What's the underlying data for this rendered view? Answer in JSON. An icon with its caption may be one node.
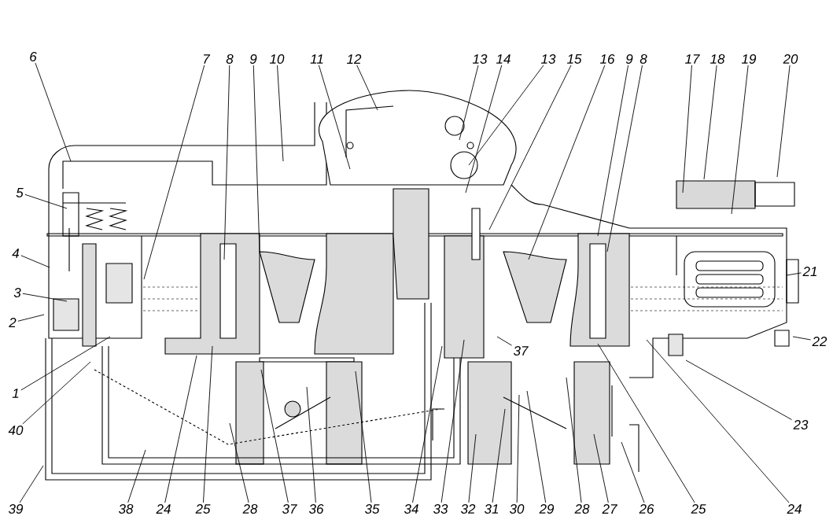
{
  "diagram": {
    "nodes": [
      {
        "text": [
          "6"
        ]
      },
      {
        "text": [
          "7"
        ]
      },
      {
        "text": [
          "8"
        ]
      },
      {
        "text": [
          "9"
        ]
      },
      {
        "text": [
          "10"
        ]
      },
      {
        "text": [
          "11"
        ]
      },
      {
        "text": [
          "12"
        ]
      },
      {
        "text": [
          "13"
        ]
      },
      {
        "text": [
          "14"
        ]
      },
      {
        "text": [
          "13"
        ]
      },
      {
        "text": [
          "15"
        ]
      },
      {
        "text": [
          "16"
        ]
      },
      {
        "text": [
          "9"
        ]
      },
      {
        "text": [
          "8"
        ]
      },
      {
        "text": [
          "17"
        ]
      },
      {
        "text": [
          "18"
        ]
      },
      {
        "text": [
          "19"
        ]
      },
      {
        "text": [
          "20"
        ]
      },
      {
        "text": [
          "5"
        ]
      },
      {
        "text": [
          "4"
        ]
      },
      {
        "text": [
          "3"
        ]
      },
      {
        "text": [
          "2"
        ]
      },
      {
        "text": [
          "1"
        ]
      },
      {
        "text": [
          "40"
        ]
      },
      {
        "text": [
          "21"
        ]
      },
      {
        "text": [
          "22"
        ]
      },
      {
        "text": [
          "23"
        ]
      },
      {
        "text": [
          "37"
        ]
      },
      {
        "text": [
          "39"
        ]
      },
      {
        "text": [
          "38"
        ]
      },
      {
        "text": [
          "24"
        ]
      },
      {
        "text": [
          "25"
        ]
      },
      {
        "text": [
          "28"
        ]
      },
      {
        "text": [
          "37"
        ]
      },
      {
        "text": [
          "36"
        ]
      },
      {
        "text": [
          "35"
        ]
      },
      {
        "text": [
          "34"
        ]
      },
      {
        "text": [
          "33"
        ]
      },
      {
        "text": [
          "32"
        ]
      },
      {
        "text": [
          "31"
        ]
      },
      {
        "text": [
          "30"
        ]
      },
      {
        "text": [
          "29"
        ]
      },
      {
        "text": [
          "28"
        ]
      },
      {
        "text": [
          "27"
        ]
      },
      {
        "text": [
          "26"
        ]
      },
      {
        "text": [
          "25"
        ]
      },
      {
        "text": [
          "24"
        ]
      }
    ],
    "edges": [
      {
        "from": 0,
        "to": null,
        "arrow": "none"
      },
      {
        "from": 1,
        "to": null,
        "arrow": "none"
      },
      {
        "from": 2,
        "to": null,
        "arrow": "none"
      },
      {
        "from": 3,
        "to": null,
        "arrow": "none"
      },
      {
        "from": 4,
        "to": null,
        "arrow": "none"
      },
      {
        "from": 5,
        "to": null,
        "arrow": "none"
      },
      {
        "from": 6,
        "to": null,
        "arrow": "none"
      },
      {
        "from": 7,
        "to": null,
        "arrow": "none"
      },
      {
        "from": 8,
        "to": null,
        "arrow": "none"
      },
      {
        "from": 9,
        "to": null,
        "arrow": "none"
      },
      {
        "from": 10,
        "to": null,
        "arrow": "none"
      },
      {
        "from": 11,
        "to": null,
        "arrow": "none"
      },
      {
        "from": 12,
        "to": null,
        "arrow": "none"
      },
      {
        "from": 13,
        "to": null,
        "arrow": "none"
      },
      {
        "from": 14,
        "to": null,
        "arrow": "none"
      },
      {
        "from": 15,
        "to": null,
        "arrow": "none"
      },
      {
        "from": 16,
        "to": null,
        "arrow": "none"
      },
      {
        "from": 17,
        "to": null,
        "arrow": "none"
      },
      {
        "from": 18,
        "to": null,
        "arrow": "none"
      },
      {
        "from": 19,
        "to": null,
        "arrow": "none"
      },
      {
        "from": 20,
        "to": null,
        "arrow": "none"
      },
      {
        "from": 21,
        "to": null,
        "arrow": "none"
      },
      {
        "from": 22,
        "to": null,
        "arrow": "none"
      },
      {
        "from": 23,
        "to": null,
        "arrow": "none"
      },
      {
        "from": 24,
        "to": null,
        "arrow": "none"
      },
      {
        "from": 25,
        "to": null,
        "arrow": "none"
      },
      {
        "from": 26,
        "to": null,
        "arrow": "none"
      },
      {
        "from": 27,
        "to": null,
        "arrow": "none"
      },
      {
        "from": 28,
        "to": null,
        "arrow": "none"
      },
      {
        "from": 29,
        "to": null,
        "arrow": "none"
      },
      {
        "from": 30,
        "to": null,
        "arrow": "none"
      },
      {
        "from": 31,
        "to": null,
        "arrow": "none"
      },
      {
        "from": 32,
        "to": null,
        "arrow": "none"
      },
      {
        "from": 33,
        "to": null,
        "arrow": "none"
      },
      {
        "from": 34,
        "to": null,
        "arrow": "none"
      },
      {
        "from": 35,
        "to": null,
        "arrow": "none"
      },
      {
        "from": 36,
        "to": null,
        "arrow": "none"
      },
      {
        "from": 37,
        "to": null,
        "arrow": "none"
      },
      {
        "from": 38,
        "to": null,
        "arrow": "none"
      },
      {
        "from": 39,
        "to": null,
        "arrow": "none"
      },
      {
        "from": 40,
        "to": null,
        "arrow": "none"
      },
      {
        "from": 41,
        "to": null,
        "arrow": "none"
      },
      {
        "from": 42,
        "to": null,
        "arrow": "none"
      },
      {
        "from": 43,
        "to": null,
        "arrow": "none"
      },
      {
        "from": 44,
        "to": null,
        "arrow": "none"
      },
      {
        "from": 45,
        "to": null,
        "arrow": "none"
      },
      {
        "from": 46,
        "to": null,
        "arrow": "none"
      }
    ]
  }
}
